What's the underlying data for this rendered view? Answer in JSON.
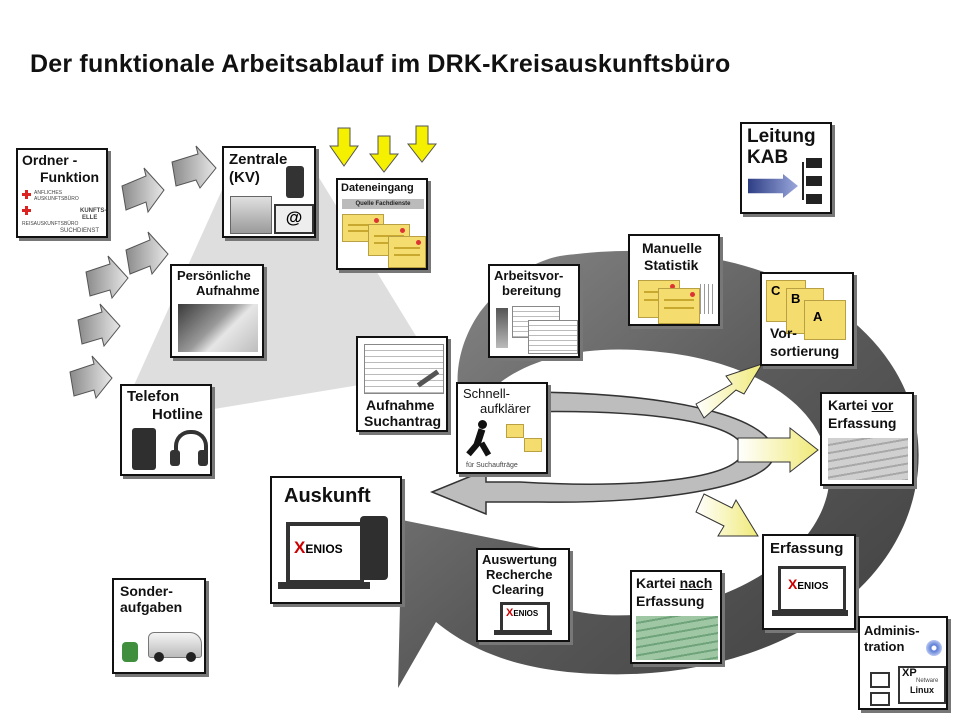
{
  "title": "Der funktionale Arbeitsablauf im DRK-Kreisauskunftsbüro",
  "boxes": {
    "ordner": {
      "line1": "Ordner -",
      "line2": "Funktion",
      "mini1": "ANFLICHES",
      "mini2": "AUSKUNFTSBÜRO",
      "mini3": "KUNFTS-",
      "mini4": "ELLE",
      "mini5": "REISAUSKUNFTSBÜRO",
      "mini6": "SUCHDIENST"
    },
    "zentrale": {
      "line1": "Zentrale",
      "line2": "(KV)"
    },
    "dateneingang": {
      "label": "Dateneingang",
      "sublabel": "Quelle Fachdienste"
    },
    "persoenlich": {
      "line1": "Persönliche",
      "line2": "Aufnahme"
    },
    "telefon": {
      "line1": "Telefon",
      "line2": "Hotline"
    },
    "aufnahme": {
      "line1": "Aufnahme",
      "line2": "Suchantrag"
    },
    "schnell": {
      "line1": "Schnell-",
      "line2": "aufklärer",
      "caption": "für Suchaufträge"
    },
    "arbeitsvor": {
      "line1": "Arbeitsvor-",
      "line2": "bereitung"
    },
    "manuelle": {
      "line1": "Manuelle",
      "line2": "Statistik"
    },
    "leitung": {
      "line1": "Leitung",
      "line2": "KAB"
    },
    "vorsort": {
      "line1": "Vor-",
      "line2": "sortierung",
      "c": "C",
      "b": "B",
      "a": "A"
    },
    "kartei_vor": {
      "pre": "Kartei ",
      "mid": "vor",
      "line2": "Erfassung"
    },
    "erfassung": {
      "label": "Erfassung"
    },
    "kartei_nach": {
      "pre": "Kartei ",
      "mid": "nach",
      "line2": "Erfassung"
    },
    "auswertung": {
      "line1": "Auswertung",
      "line2": "Recherche",
      "line3": "Clearing"
    },
    "auskunft": {
      "label": "Auskunft"
    },
    "sonder": {
      "line1": "Sonder-",
      "line2": "aufgaben"
    },
    "admin": {
      "line1": "Adminis-",
      "line2": "tration",
      "xp": "XP",
      "netware": "Netware",
      "linux": "Linux"
    }
  },
  "logo": {
    "x": "X",
    "rest": "ENIOS"
  },
  "colors": {
    "arrow_gray": "#b0b0b0",
    "arrow_yellow": "#f5ef9a",
    "download_yellow": "#f4f000",
    "card_yellow": "#f4dc6e",
    "kab_blue": "#6f7db8"
  }
}
